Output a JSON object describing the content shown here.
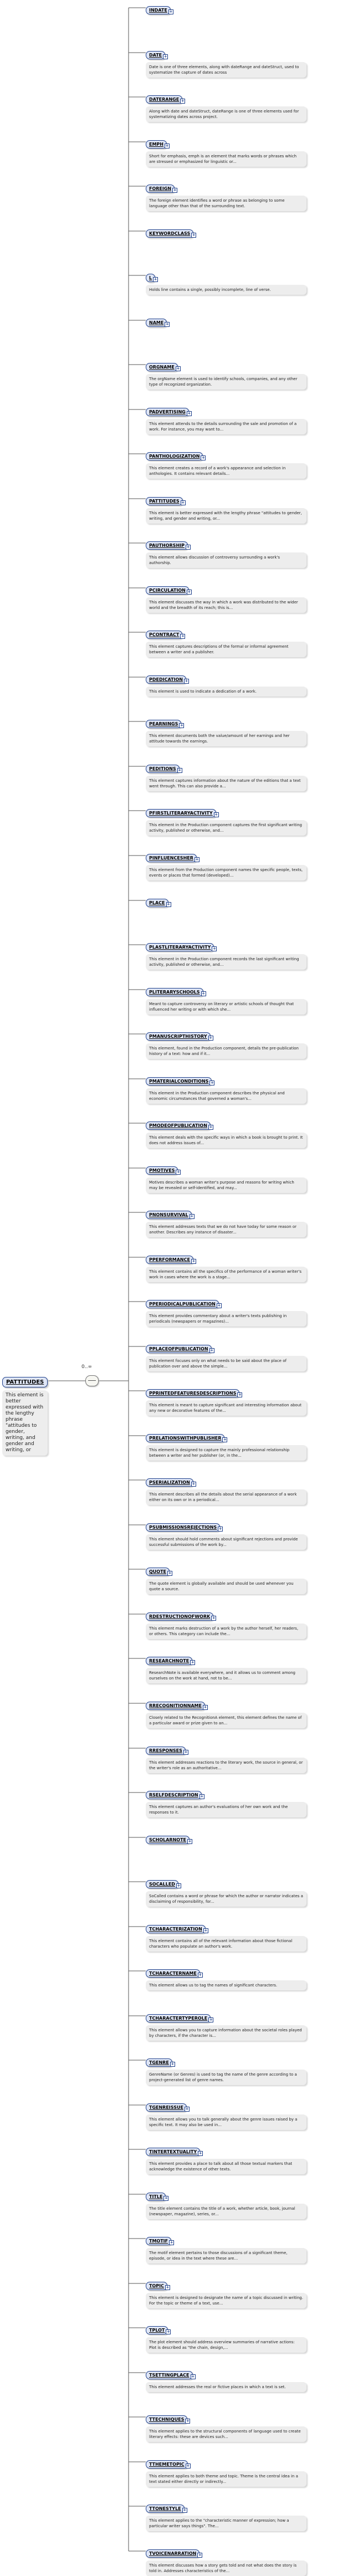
{
  "root": {
    "name": "PATTITUDES",
    "description": "This element is better expressed with the lengthy phrase \"attitudes to gender, writing, and gender and writing, or"
  },
  "multiplicity": "0..∞",
  "children": [
    {
      "name": "INDATE",
      "description": ""
    },
    {
      "name": "DATE",
      "description": "Date is one of three elements, along with dateRange and dateStruct, used to systematize the capture of dates across"
    },
    {
      "name": "DATERANGE",
      "description": "Along with date and dateStruct, dateRange is one of three elements used for systematizing dates across project."
    },
    {
      "name": "EMPH",
      "description": "Short for emphasis, emph is an element that marks words or phrases which are stressed or emphasized for linguistic or..."
    },
    {
      "name": "FOREIGN",
      "description": "The foreign element identifies a word or phrase as belonging to some language other than that of the surrounding text."
    },
    {
      "name": "KEYWORDCLASS",
      "description": ""
    },
    {
      "name": "L",
      "description": "Holds line contains a single, possibly incomplete, line of verse."
    },
    {
      "name": "NAME",
      "description": ""
    },
    {
      "name": "ORGNAME",
      "description": "The orgName element is used to identify schools, companies, and any other type of recognized organization."
    },
    {
      "name": "PADVERTISING",
      "description": "This element attends to the details surrounding the sale and promotion of a work. For instance, you may want to..."
    },
    {
      "name": "PANTHOLOGIZATION",
      "description": "This element creates a record of a work's appearance and selection in anthologies. It contains relevant details..."
    },
    {
      "name": "PATTITUDES",
      "description": "This element is better expressed with the lengthy phrase \"attitudes to gender, writing, and gender and writing, or..."
    },
    {
      "name": "PAUTHORSHIP",
      "description": "This element allows discussion of controversy surrounding a work's authorship."
    },
    {
      "name": "PCIRCULATION",
      "description": "This element discusses the way in which a work was distributed to the wider world and the breadth of its reach; this is..."
    },
    {
      "name": "PCONTRACT",
      "description": "This element captures descriptions of the formal or informal agreement between a writer and a publisher."
    },
    {
      "name": "PDEDICATION",
      "description": "This element is used to indicate a dedication of a work."
    },
    {
      "name": "PEARNINGS",
      "description": "This element documents both the value/amount of her earnings and her attitude towards the earnings."
    },
    {
      "name": "PEDITIONS",
      "description": "This element captures information about the nature of the editions that a text went through. This can also provide a..."
    },
    {
      "name": "PFIRSTLITERARYACTIVITY",
      "description": "This element in the Production component captures the first significant writing activity, published or otherwise, and..."
    },
    {
      "name": "PINFLUENCESHER",
      "description": "This element from the Production component names the specific people, texts, events or places that formed (developed)..."
    },
    {
      "name": "PLACE",
      "description": ""
    },
    {
      "name": "PLASTLITERARYACTIVITY",
      "description": "This element in the Production component records the last significant writing activity, published or otherwise, and..."
    },
    {
      "name": "PLITERARYSCHOOLS",
      "description": "Meant to capture controversy on literary or artistic schools of thought that influenced her writing or with which she..."
    },
    {
      "name": "PMANUSCRIPTHISTORY",
      "description": "This element, found in the Production component, details the pre-publication history of a text: how and if it..."
    },
    {
      "name": "PMATERIALCONDITIONS",
      "description": "This element in the Production component describes the physical and economic circumstances that governed a woman's..."
    },
    {
      "name": "PMODEOFPUBLICATION",
      "description": "This element deals with the specific ways in which a book is brought to print. It does not address issues of..."
    },
    {
      "name": "PMOTIVES",
      "description": "Motives describes a woman writer's purpose and reasons for writing which may be revealed or self-identified, and may..."
    },
    {
      "name": "PNONSURVIVAL",
      "description": "This element addresses texts that we do not have today for some reason or another. Describes any instance of disaster..."
    },
    {
      "name": "PPERFORMANCE",
      "description": "This element contains all the specifics of the performance of a woman writer's work in cases where the work is a stage..."
    },
    {
      "name": "PPERIODICALPUBLICATION",
      "description": "This element provides commentary about a writer's texts publishing in periodicals (newspapers or magazines)..."
    },
    {
      "name": "PPLACEOFPUBLICATION",
      "description": "This element focuses only on what needs to be said about the place of publication over and above the simple..."
    },
    {
      "name": "PPRINTEDFEATURESDESCRIPTIONS",
      "description": "This element is meant to capture significant and interesting information about any new or decorative features of the..."
    },
    {
      "name": "PRELATIONSWITHPUBLISHER",
      "description": "This element is designed to capture the mainly professional relationship between a writer and her publisher (or, in the..."
    },
    {
      "name": "PSERIALIZATION",
      "description": "This element describes all the details about the serial appearance of a work either on its own or in a periodical..."
    },
    {
      "name": "PSUBMISSIONSREJECTIONS",
      "description": "This element should hold comments about significant rejections and provide successful submissions of the work by..."
    },
    {
      "name": "QUOTE",
      "description": "The quote element is globally available and should be used whenever you quote a source."
    },
    {
      "name": "RDESTRUCTIONOFWORK",
      "description": "This element marks destruction of a work by the author herself, her readers, or others. This category can include the..."
    },
    {
      "name": "RESEARCHNOTE",
      "description": "ResearchNote is available everywhere, and it allows us to comment among ourselves on the work at hand, not to be..."
    },
    {
      "name": "RRECOGNITIONNAME",
      "description": "Closely related to the RecognitionA element, this element defines the name of a particular award or prize given to an..."
    },
    {
      "name": "RRESPONSES",
      "description": "This element addresses reactions to the literary work, the source in general, or the writer's role as an authoritative..."
    },
    {
      "name": "RSELFDESCRIPTION",
      "description": "This element captures an author's evaluations of her own work and the responses to it."
    },
    {
      "name": "SCHOLARNOTE",
      "description": ""
    },
    {
      "name": "SOCALLED",
      "description": "SoCalled contains a word or phrase for which the author or narrator indicates a disclaiming of responsibility, for..."
    },
    {
      "name": "TCHARACTERIZATION",
      "description": "This element contains all of the relevant information about those fictional characters who populate an author's work."
    },
    {
      "name": "TCHARACTERNAME",
      "description": "This element allows us to tag the names of significant characters."
    },
    {
      "name": "TCHARACTERTYPEROLE",
      "description": "This element allows you to capture information about the societal roles played by characters, if the character is..."
    },
    {
      "name": "TGENRE",
      "description": "GenreName (or Genres) is used to tag the name of the genre according to a project-generated list of genre names."
    },
    {
      "name": "TGENREISSUE",
      "description": "This element allows you to talk generally about the genre issues raised by a specific text. It may also be used in..."
    },
    {
      "name": "TINTERTEXTUALITY",
      "description": "This element provides a place to talk about all those textual markers that acknowledge the existence of other texts."
    },
    {
      "name": "TITLE",
      "description": "The title element contains the title of a work, whether article, book, journal (newspaper, magazine), series, or..."
    },
    {
      "name": "TMOTIF",
      "description": "The motif element pertains to those discussions of a significant theme, episode, or idea in the text where these are..."
    },
    {
      "name": "TOPIC",
      "description": "This element is designed to designate the name of a topic discussed in writing. For the topic or theme of a text, use..."
    },
    {
      "name": "TPLOT",
      "description": "The plot element should address overview summaries of narrative actions: Plot is described as \"the chain, design,..."
    },
    {
      "name": "TSETTINGPLACE",
      "description": "This element addresses the real or fictive places in which a text is set."
    },
    {
      "name": "TTECHNIQUES",
      "description": "This element applies to the structural components of language used to create literary effects: these are devices such..."
    },
    {
      "name": "TTHEMETOPIC",
      "description": "This element applies to both theme and topic. Theme is the central idea in a text stated either directly or indirectly..."
    },
    {
      "name": "TTONESTYLE",
      "description": "This element applies to the \"characteristic manner of expression; how a particular writer says things\". The..."
    },
    {
      "name": "TVOICENARRATION",
      "description": "This element discusses how a story gets told and not what does the story is told in. Addresses characteristics of the..."
    }
  ]
}
